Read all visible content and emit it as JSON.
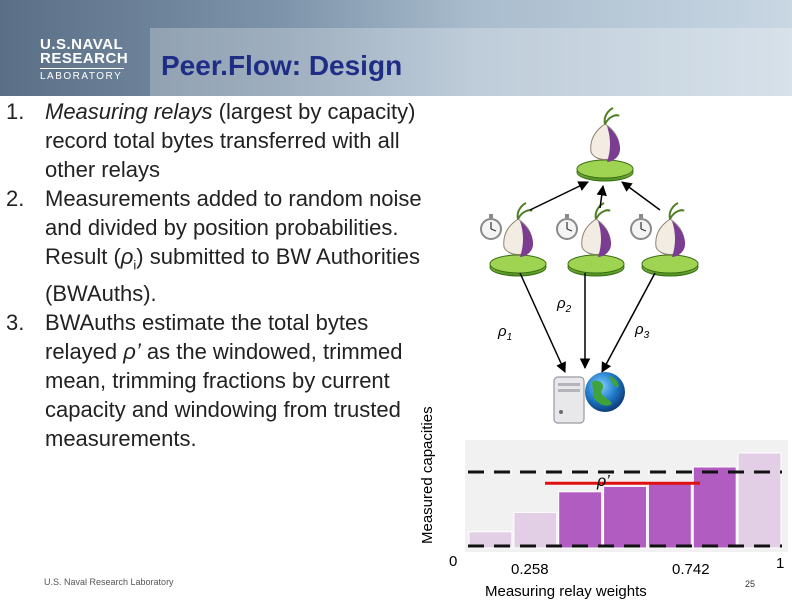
{
  "header": {
    "logo": {
      "line1": "U.S.NAVAL",
      "line2": "RESEARCH",
      "line3": "LABORATORY"
    },
    "title": "Peer.Flow: Design"
  },
  "list": [
    {
      "num": "1.",
      "italic": "Measuring relays",
      "text": " (largest by capacity) record total bytes transferred with all other relays"
    },
    {
      "num": "2.",
      "text_before": "Measurements added to random noise and divided by position probabilities. Result (",
      "rho": "ρ",
      "sub": "i",
      "text_after": ") submitted to BW Authorities (BWAuths)."
    },
    {
      "num": "3.",
      "text_before": "BWAuths estimate the total bytes relayed ",
      "rho_prime": "ρ’",
      "text_after": " as the windowed, trimmed mean, trimming fractions by current capacity and windowing from trusted measurements."
    }
  ],
  "diagram": {
    "rho1": {
      "symbol": "ρ",
      "sub": "1"
    },
    "rho2": {
      "symbol": "ρ",
      "sub": "2"
    },
    "rho3": {
      "symbol": "ρ",
      "sub": "3"
    },
    "icons": [
      "onion-router-icon",
      "stopwatch-icon",
      "server-globe-icon"
    ]
  },
  "chart_data": {
    "type": "bar",
    "ylabel": "Measured capacities",
    "xlabel": "Measuring relay weights",
    "x_tick_labels": [
      "0",
      "0.258",
      "0.742",
      "1"
    ],
    "values": [
      0.15,
      0.33,
      0.52,
      0.57,
      0.61,
      0.75,
      0.88
    ],
    "highlighted": [
      false,
      false,
      true,
      true,
      true,
      true,
      false
    ],
    "estimate_label": "ρ’",
    "estimate_value": 0.6,
    "colors": {
      "highlight": "#b05cc0",
      "faded": "#e2cfe6",
      "estimate_line": "#e01010",
      "window_line": "#111111"
    }
  },
  "footer": {
    "left": "U.S. Naval Research Laboratory",
    "page": "25"
  }
}
